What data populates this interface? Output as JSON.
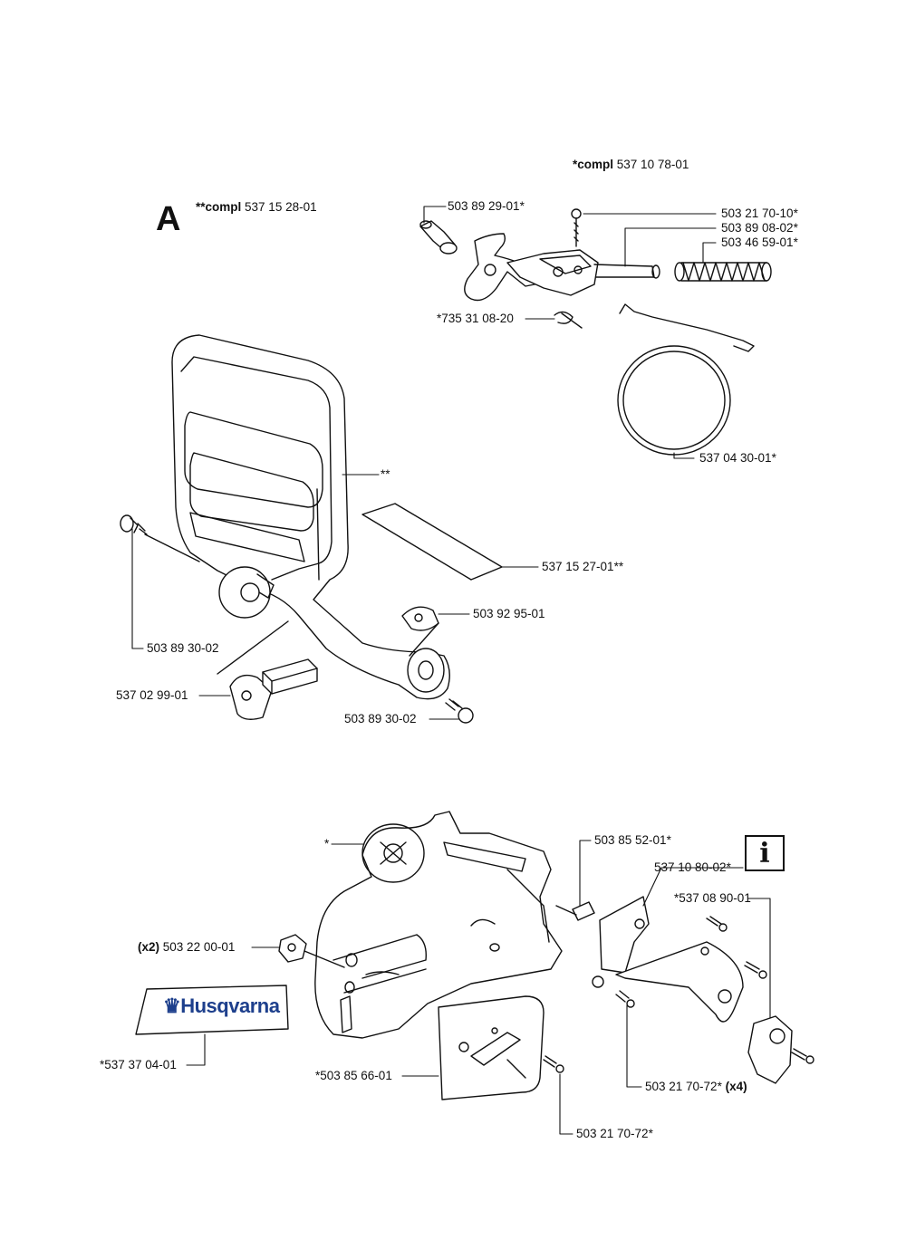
{
  "section_a": {
    "letter": "A",
    "compl_prefix": "**compl",
    "compl_number": "537 15 28-01"
  },
  "section_brake": {
    "compl_prefix": "*compl",
    "compl_number": "537 10 78-01"
  },
  "labels": {
    "p_503892901": "503 89 29-01*",
    "p_503217010": "503 21 70-10*",
    "p_503890802": "503 89 08-02*",
    "p_503465901": "503 46 59-01*",
    "p_735310820": "*735 31 08-20",
    "p_537043001": "537 04 30-01*",
    "p_star_star": "**",
    "p_537152701": "537 15 27-01**",
    "p_503929501": "503 92 95-01",
    "p_503893002a": "503 89 30-02",
    "p_537029901": "537 02 99-01",
    "p_503893002b": "503 89 30-02",
    "p_star": "*",
    "p_503855201": "503 85 52-01*",
    "p_537108002": "537 10 80-02*",
    "p_537089001": "*537 08 90-01",
    "p_x2_prefix": "(x2)",
    "p_503220001": "503 22 00-01",
    "p_537370401": "*537 37 04-01",
    "p_503856601": "*503 85 66-01",
    "p_503217072a": "503 21 70-72*",
    "p_x4_suffix": "(x4)",
    "p_503217072b": "503 21 70-72*"
  },
  "logo_text": "Husqvarna",
  "tool_icon_glyph": "i",
  "icons": {
    "tool": "wrench-tool-icon",
    "logo": "husqvarna-crown-logo"
  },
  "colors": {
    "line": "#111111",
    "logo_blue": "#1d3f8c"
  }
}
